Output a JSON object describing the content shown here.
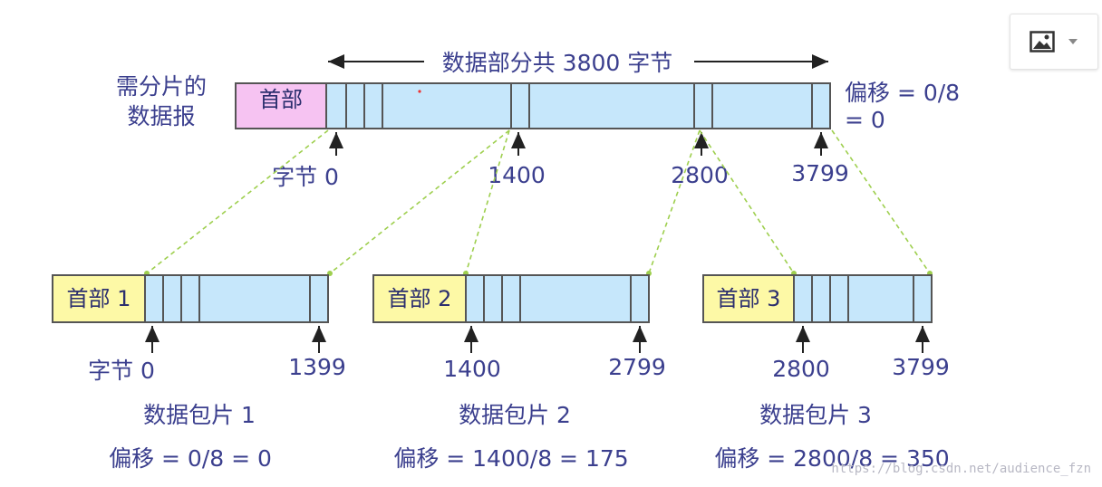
{
  "top": {
    "length_label": "数据部分共 3800 字节",
    "datagram_label_line1": "需分片的",
    "datagram_label_line2": "数据报",
    "header": "首部",
    "offset_line1": "偏移 = 0/8",
    "offset_line2": "= 0",
    "ticks": [
      "字节 0",
      "1400",
      "2800",
      "3799"
    ]
  },
  "fragments": [
    {
      "header": "首部 1",
      "start": "字节 0",
      "end": "1399",
      "name": "数据包片 1",
      "offset": "偏移 = 0/8 = 0"
    },
    {
      "header": "首部 2",
      "start": "1400",
      "end": "2799",
      "name": "数据包片 2",
      "offset": "偏移 = 1400/8 = 175"
    },
    {
      "header": "首部 3",
      "start": "2800",
      "end": "3799",
      "name": "数据包片 3",
      "offset": "偏移 = 2800/8 = 350"
    }
  ],
  "watermark": "https://blog.csdn.net/audience_fzn",
  "colors": {
    "data_fill": "#c6e7fb",
    "header_top": "#f6c3f2",
    "header_fragment": "#fdf9a6",
    "guide_line": "#9ecf4e",
    "text": "#3b3f8e"
  },
  "toolbar": {
    "image_icon": "image-icon",
    "dropdown_icon": "chevron-down-icon"
  }
}
